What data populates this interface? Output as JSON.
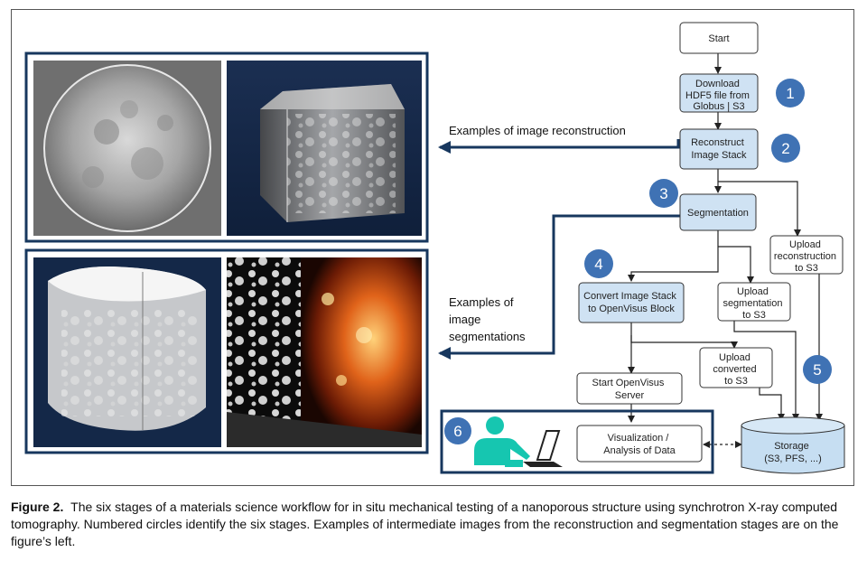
{
  "nodes": {
    "start": "Start",
    "download": [
      "Download",
      "HDF5 file from",
      "Globus | S3"
    ],
    "reconstruct": [
      "Reconstruct",
      "Image Stack"
    ],
    "segmentation": "Segmentation",
    "upload_recon": [
      "Upload",
      "reconstruction",
      "to S3"
    ],
    "convert": [
      "Convert Image Stack",
      "to OpenVisus Block"
    ],
    "upload_seg": [
      "Upload",
      "segmentation",
      "to S3"
    ],
    "upload_conv": [
      "Upload",
      "converted",
      "to S3"
    ],
    "start_openvisus": [
      "Start OpenVisus",
      "Server"
    ],
    "visualization": [
      "Visualization /",
      "Analysis of Data"
    ],
    "storage": [
      "Storage",
      "(S3, PFS, ...)"
    ]
  },
  "badges": [
    "1",
    "2",
    "3",
    "4",
    "5",
    "6"
  ],
  "labels": {
    "recon_examples": "Examples of image reconstruction",
    "seg_examples": [
      "Examples of",
      "image",
      "segmentations"
    ]
  },
  "caption": {
    "label": "Figure 2.",
    "text": "The six stages of a materials science workflow for in situ mechanical testing of a nanoporous structure using synchrotron X-ray computed tomography. Numbered circles identify the six stages. Examples of intermediate images from the reconstruction and segmentation stages are on the figure’s left."
  },
  "colors": {
    "panel_border": "#17375e",
    "badge_fill": "#3f72b4",
    "highlight_box": "#cfe2f3",
    "storage_fill": "#c6def2",
    "person": "#16c6b0"
  },
  "icons": [
    "person-at-laptop-icon",
    "ct-slice-image",
    "ct-volume-image",
    "segmentation-volume-image",
    "segmentation-heatmap-image"
  ]
}
